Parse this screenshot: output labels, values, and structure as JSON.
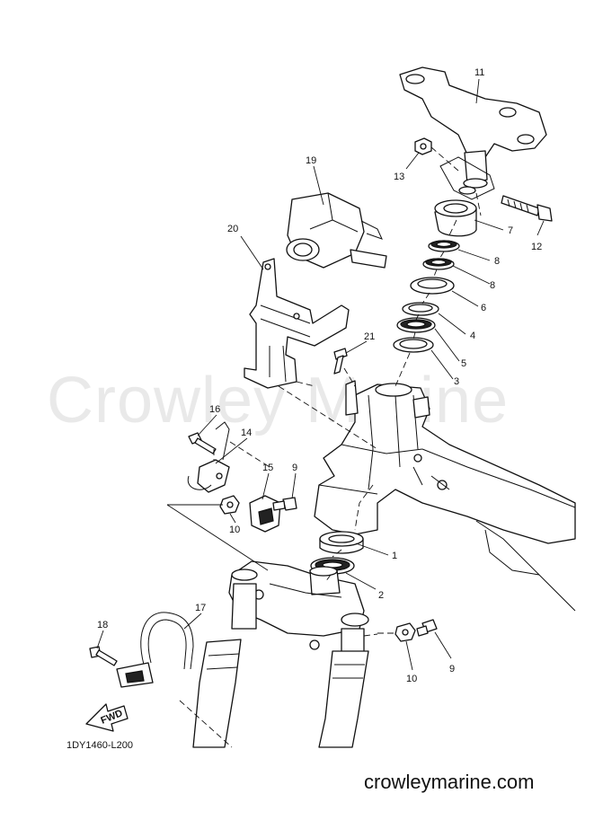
{
  "watermark": "Crowley Marine",
  "diagram_code": "1DY1460-L200",
  "site_url": "crowleymarine.com",
  "fwd_label": "FWD",
  "callouts": {
    "c1": "1",
    "c2": "2",
    "c3": "3",
    "c4": "4",
    "c5": "5",
    "c6": "6",
    "c7": "7",
    "c8a": "8",
    "c8b": "8",
    "c9a": "9",
    "c9b": "9",
    "c10a": "10",
    "c10b": "10",
    "c11": "11",
    "c12": "12",
    "c13": "13",
    "c14": "14",
    "c15": "15",
    "c16": "16",
    "c17": "17",
    "c18": "18",
    "c19": "19",
    "c20": "20",
    "c21": "21"
  }
}
